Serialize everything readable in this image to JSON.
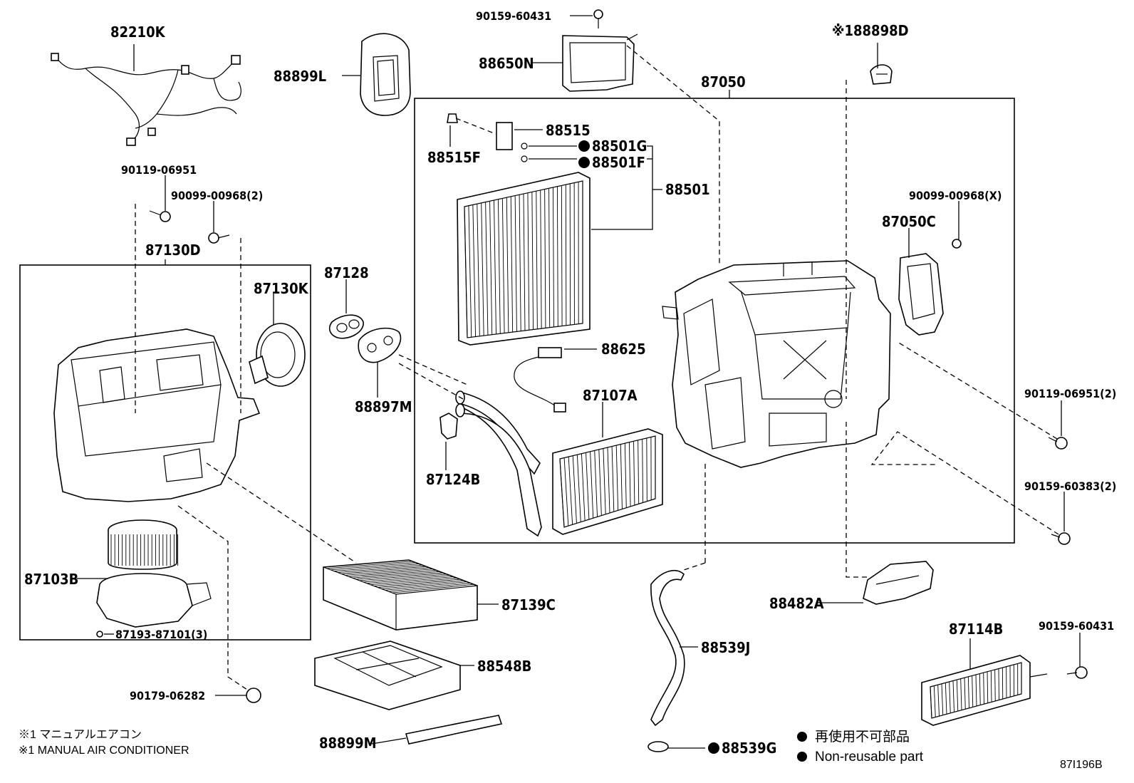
{
  "diagram_code": "87I196B",
  "notes": {
    "jp": "※1 マニュアルエアコン",
    "en": "※1 MANUAL AIR CONDITIONER"
  },
  "legend": {
    "jp": "再使用不可部品",
    "en": "Non-reusable part"
  },
  "labels": {
    "p82210K": "82210K",
    "p88899L": "88899L",
    "p90159_60431_top": "90159-60431",
    "p88650N": "88650N",
    "p188898D": "※188898D",
    "p87050": "87050",
    "p88515": "88515",
    "p88515F": "88515F",
    "p88501G": "88501G",
    "p88501F": "88501F",
    "p88501": "88501",
    "p90119_06951": "90119-06951",
    "p90099_00968_2": "90099-00968(2)",
    "p87130D": "87130D",
    "p87128": "87128",
    "p87130K": "87130K",
    "p88625": "88625",
    "p88897M": "88897M",
    "p87107A": "87107A",
    "p87124B": "87124B",
    "p90099_00968_X": "90099-00968(X)",
    "p87050C": "87050C",
    "p90119_06951_2": "90119-06951(2)",
    "p90159_60383_2": "90159-60383(2)",
    "p87103B": "87103B",
    "p87139C": "87139C",
    "p87193_87101_3": "87193-87101(3)",
    "p88482A": "88482A",
    "p88539J": "88539J",
    "p87114B": "87114B",
    "p90159_60431_br": "90159-60431",
    "p88548B": "88548B",
    "p90179_06282": "90179-06282",
    "p88899M": "88899M",
    "p88539G": "88539G"
  }
}
